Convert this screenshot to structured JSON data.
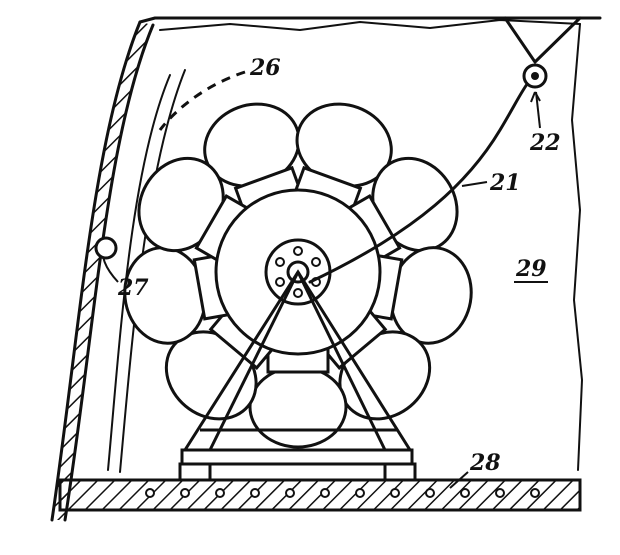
{
  "figure": {
    "labels": {
      "ref_26": "26",
      "ref_22": "22",
      "ref_21": "21",
      "ref_27": "27",
      "ref_29": "29",
      "ref_28": "28"
    },
    "colors": {
      "ink": "#111111",
      "paper": "#ffffff"
    }
  }
}
